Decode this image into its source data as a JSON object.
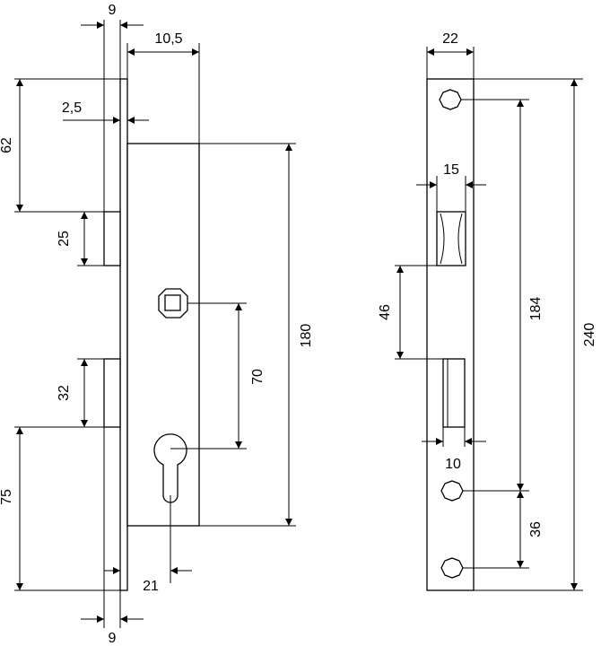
{
  "front_view": {
    "dims": {
      "top_faceplate_width": "9",
      "case_depth": "10,5",
      "faceplate_offset": "2,5",
      "top_to_case": "62",
      "upper_bolt_height": "25",
      "lower_bolt_height": "32",
      "bottom_to_lower_bolt": "75",
      "spindle_to_cylinder": "70",
      "case_height": "180",
      "backset": "21",
      "bottom_faceplate_width": "9"
    }
  },
  "side_view": {
    "dims": {
      "plate_width": "22",
      "upper_opening_width": "15",
      "opening_gap": "46",
      "hole_spacing": "184",
      "total_length": "240",
      "lower_opening_width": "10",
      "lower_hole_spacing": "36"
    }
  }
}
